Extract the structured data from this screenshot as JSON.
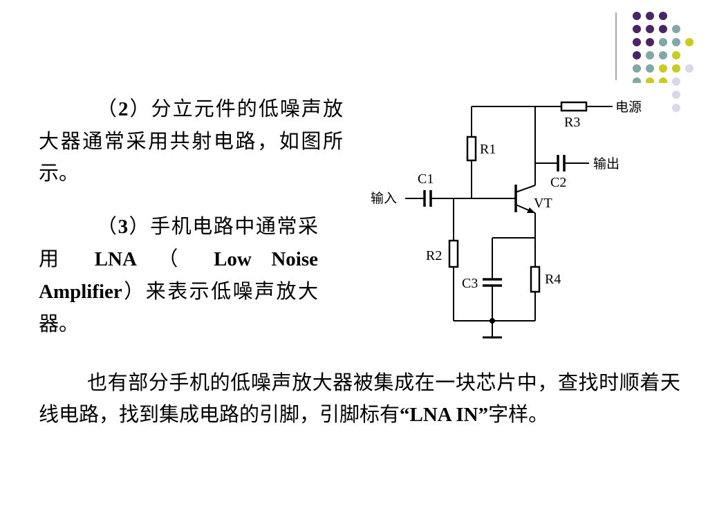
{
  "slide": {
    "paragraph_1": {
      "text_a": "（",
      "num": "2",
      "text_b": "）分立元件的低噪声放大器通常采用共射电路，如图所示。"
    },
    "paragraph_2": {
      "text_a": "（",
      "num": "3",
      "text_b": "）手机电路中通常采用",
      "lna": "LNA",
      "text_c": "（",
      "full_name": "Low Noise Amplifier",
      "text_d": "）来表示低噪声放大器。"
    },
    "paragraph_3": {
      "text_a": "也有部分手机的低噪声放大器被集成在一块芯片中，查找时顺着天线电路，找到集成电路的引脚，引脚标有",
      "quote": "“LNA IN”",
      "text_b": "字样。"
    }
  },
  "circuit": {
    "label_power": "电源",
    "label_output": "输出",
    "label_input": "输入",
    "r1": "R1",
    "r2": "R2",
    "r3": "R3",
    "r4": "R4",
    "c1": "C1",
    "c2": "C2",
    "c3": "C3",
    "vt": "VT"
  },
  "colors": {
    "dot_purple": "#4b2367",
    "dot_teal": "#7fa8a6",
    "dot_yellow": "#c9cc1f",
    "dot_lavender": "#d8d8ea"
  }
}
